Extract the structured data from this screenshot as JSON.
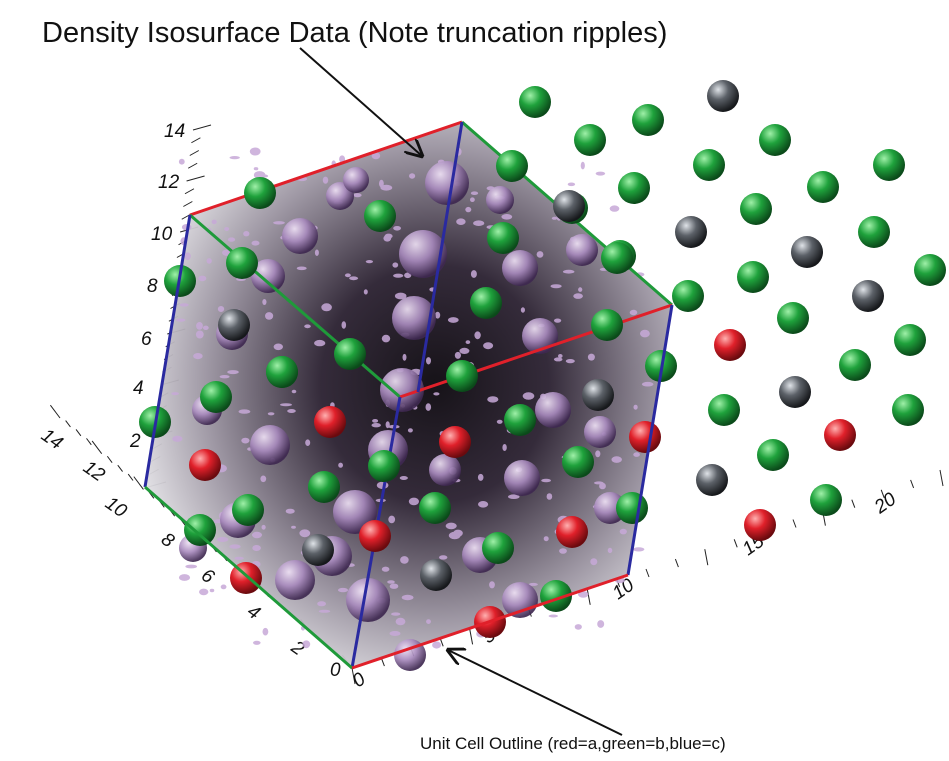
{
  "figure": {
    "title": "Density Isosurface Data (Note truncation ripples)",
    "caption": "Unit Cell Outline (red=a,green=b,blue=c)"
  },
  "axes": {
    "vertical_ticks": [
      "2",
      "4",
      "6",
      "8",
      "10",
      "12",
      "14"
    ],
    "left_ticks": [
      "2",
      "4",
      "6",
      "8",
      "10",
      "12",
      "14"
    ],
    "left_zero": "0",
    "front_ticks": [
      "0",
      "5",
      "10",
      "15",
      "20"
    ],
    "front_zero": "0"
  },
  "colors": {
    "axis_a": "#e0202a",
    "axis_b": "#1f9a3a",
    "axis_c": "#2a2aa0",
    "atom_green": "#1f9a3a",
    "atom_red": "#e0202a",
    "atom_gray": "#555a60",
    "isosurface": "#b596c8"
  }
}
